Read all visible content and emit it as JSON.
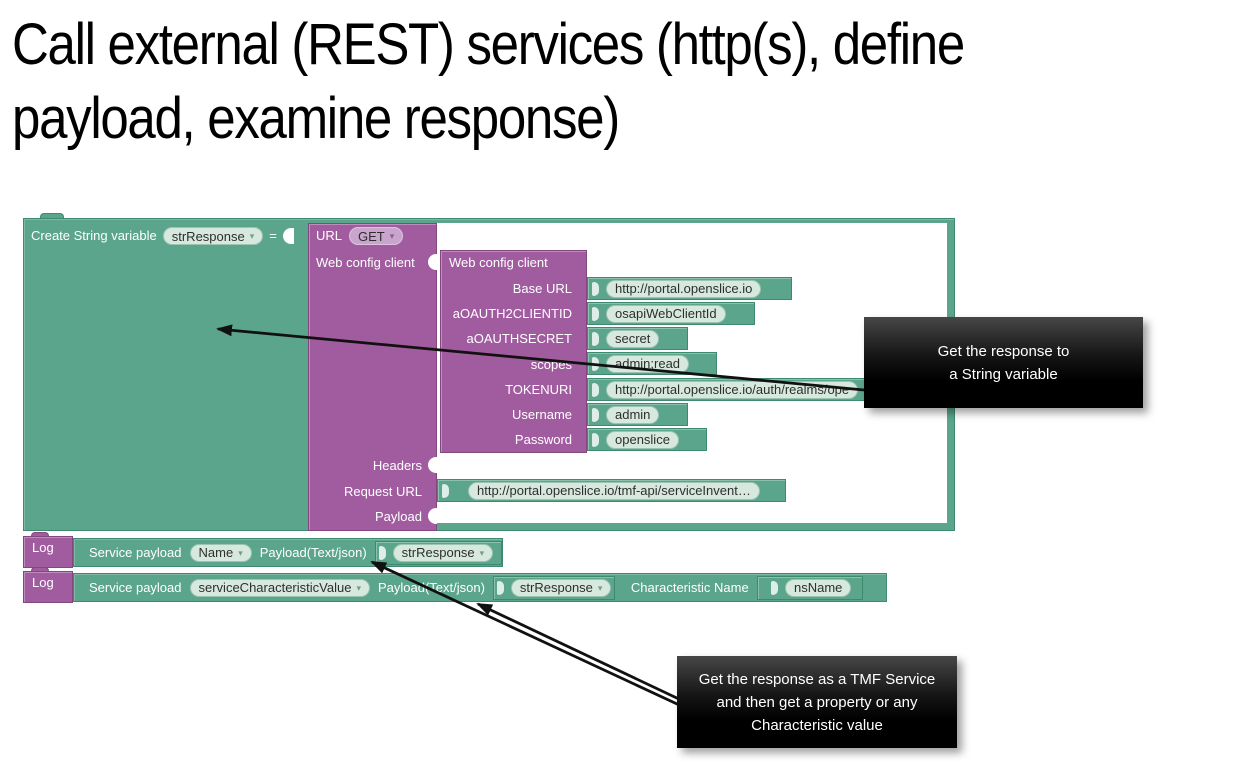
{
  "title": {
    "full": "Call external (REST) services (http(s), define payload, examine response)",
    "lines": [
      "Call external (REST) services (http(s), define",
      "payload, examine response)"
    ]
  },
  "icons": {
    "dropdown_caret": "▾"
  },
  "colors": {
    "block_green": "#5ba58c",
    "block_purple": "#a15ca0",
    "pill_green_bg": "#d7e9df",
    "pill_purple_bg": "#c9a4cd",
    "callout_bg": "#000000",
    "callout_text": "#ffffff",
    "arrow": "#111111",
    "title_text": "#000000"
  },
  "workspace": {
    "create_block": {
      "label": "Create String variable",
      "variable": "strResponse",
      "operator": "="
    },
    "url_block": {
      "title": "URL",
      "method": "GET",
      "client_socket_label": "Web config client",
      "headers_label": "Headers",
      "request_url_label": "Request URL",
      "payload_label": "Payload",
      "request_url_value": "http://portal.openslice.io/tmf-api/serviceInvent…"
    },
    "web_config_block": {
      "title": "Web config client",
      "fields": [
        {
          "label": "Base URL",
          "value": "http://portal.openslice.io"
        },
        {
          "label": "aOAUTH2CLIENTID",
          "value": "osapiWebClientId"
        },
        {
          "label": "aOAUTHSECRET",
          "value": "secret"
        },
        {
          "label": "scopes",
          "value": "admin;read"
        },
        {
          "label": "TOKENURI",
          "value": "http://portal.openslice.io/auth/realms/ope"
        },
        {
          "label": "Username",
          "value": "admin"
        },
        {
          "label": "Password",
          "value": "openslice"
        }
      ]
    },
    "logs": [
      {
        "stub": "Log",
        "label": "Service payload",
        "selector": "Name",
        "payload_label": "Payload(Text/json)",
        "payload_var": "strResponse"
      },
      {
        "stub": "Log",
        "label": "Service payload",
        "selector": "serviceCharacteristicValue",
        "payload_label": "Payload(Text/json)",
        "payload_var": "strResponse",
        "characteristic_label": "Characteristic Name",
        "characteristic_value": "nsName"
      }
    ]
  },
  "callouts": [
    {
      "lines": [
        "Get the response to",
        "a String variable"
      ]
    },
    {
      "lines": [
        "Get the response as a TMF Service",
        "and then get a property or any",
        "Characteristic value"
      ]
    }
  ]
}
